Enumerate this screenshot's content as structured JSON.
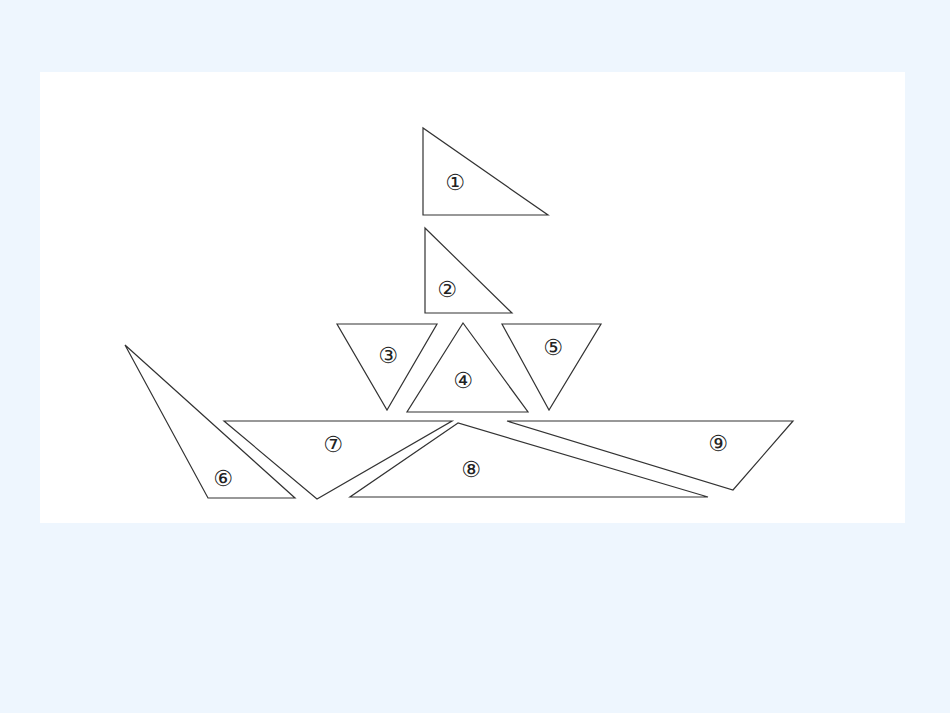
{
  "diagram": {
    "nodes": [
      {
        "text": [
          "①"
        ]
      },
      {
        "text": [
          "②"
        ]
      },
      {
        "text": [
          "③"
        ]
      },
      {
        "text": [
          "④"
        ]
      },
      {
        "text": [
          "⑤"
        ]
      },
      {
        "text": [
          "⑥"
        ]
      },
      {
        "text": [
          "⑦"
        ]
      },
      {
        "text": [
          "⑧"
        ]
      },
      {
        "text": [
          "⑨"
        ]
      }
    ]
  }
}
